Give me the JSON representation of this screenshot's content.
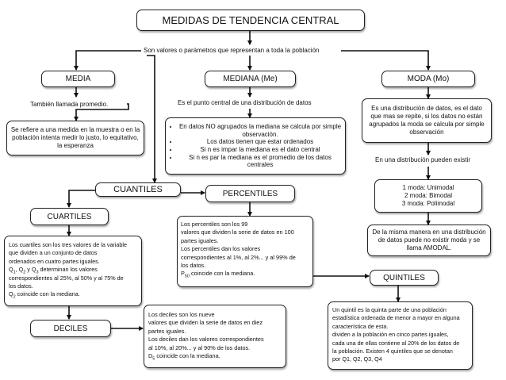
{
  "title": "MEDIDAS DE TENDENCIA CENTRAL",
  "subtitle": "Son valores o parámetros que representan a toda la población",
  "media": {
    "label": "MEDIA",
    "note": "También llamada promedio.",
    "description": "Se refiere a una medida en la muestra o en la población intenta medir lo justo, lo equitativo, la esperanza"
  },
  "mediana": {
    "label": "MEDIANA (Me)",
    "note": "Es el punto central de una distribución de datos",
    "bullets": [
      "En datos NO agrupados la mediana se calcula por simple observación.",
      "Los datos tienen que estar ordenados",
      "Si n es impar la mediana es el dato central",
      "Si n es par la mediana es el promedio de los datos centrales"
    ]
  },
  "moda": {
    "label": "MODA (Mo)",
    "description": "Es una distribución de datos, es el dato que mas se repite, si los datos no están agrupados la moda se calcula por simple observación",
    "note": "En una distribución pueden existir",
    "types": [
      "1 moda: Unimodal",
      "2 moda: Bimodal",
      "3 moda: Polimodal"
    ],
    "no_moda": "De la misma manera en una distribución de datos puede no existir moda y se llama AMODAL."
  },
  "cuantiles": {
    "label": "CUANTILES"
  },
  "cuartiles": {
    "label": "CUARTILES",
    "lines": [
      "Los cuartiles son los tres valores de la variable",
      "que dividen a un conjunto de datos",
      "ordenados en cuatro partes iguales."
    ],
    "q_line": {
      "q": "Q",
      "s1": "1",
      "s2": "2",
      "s3": "3",
      "sep1": ", ",
      "sep2": " y ",
      "tail": " determinan los valores"
    },
    "lines2": [
      "correspondientes al 25%, al 50% y al 75% de",
      "los datos."
    ],
    "q2_tail": " coincide con la mediana."
  },
  "percentiles": {
    "label": "PERCENTILES",
    "lines": [
      "Los percentiles son los 99",
      "valores que dividen la serie de datos en 100",
      "partes iguales.",
      "Los percentiles dan los valores",
      "correspondientes al 1%, al 2%... y al 99% de",
      "los datos."
    ],
    "p": "P",
    "p_sub": "50",
    "p_tail": " coincide con la mediana."
  },
  "quintiles": {
    "label": "QUINTILES",
    "lines": [
      "Un quintil es la quinta parte de una población",
      "estadística ordenada de menor a mayor en alguna",
      "característica de esta.",
      "dividen a la población en cinco partes iguales,",
      "cada una de ellas contiene al 20% de los datos de",
      "la población. Existen 4 quintiles que se denotan",
      "por Q1, Q2, Q3, Q4"
    ]
  },
  "deciles": {
    "label": "DECILES",
    "lines": [
      "Los deciles son los nueve",
      "valores que dividen la serie de datos en diez",
      "partes iguales.",
      "Los deciles dan los valores correspondientes",
      "al 10%, al 20%... y al 90% de los datos."
    ],
    "d": "D",
    "d_sub": "5",
    "d_tail": " coincide con la mediana."
  }
}
